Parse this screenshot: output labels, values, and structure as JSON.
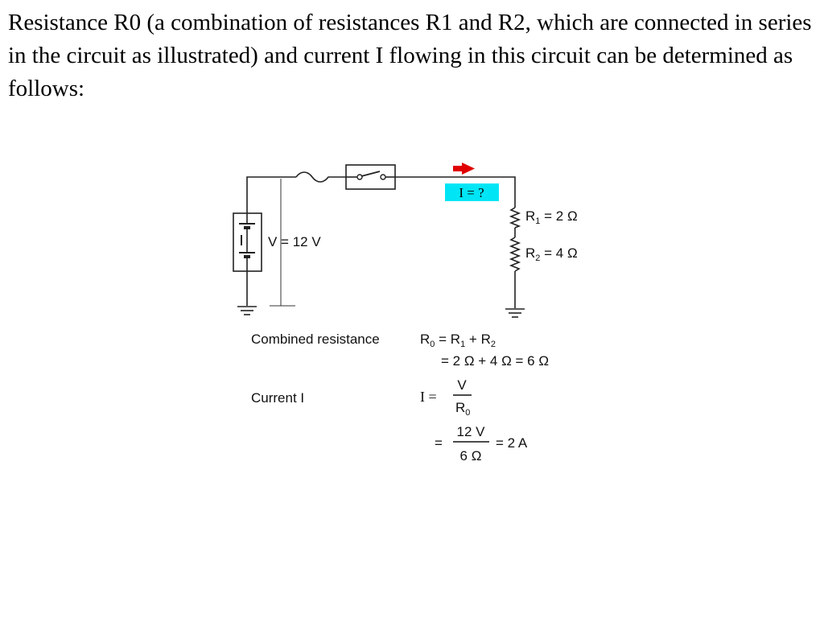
{
  "intro_text": "Resistance R0 (a combination of resistances R1 and R2, which are connected in series in the circuit as illustrated) and current I flowing in this circuit can be determined as follows:",
  "circuit": {
    "current_tag": "I = ?",
    "current_arrow_color": "#e00000",
    "current_tag_bg": "#00e5f5",
    "voltage_label": "V = 12 V",
    "r1_label": {
      "main": "R",
      "sub": "1",
      "rest": " = 2 Ω"
    },
    "r2_label": {
      "main": "R",
      "sub": "2",
      "rest": " = 4 Ω"
    }
  },
  "combined": {
    "label": "Combined resistance",
    "lhs": {
      "main": "R",
      "sub": "0"
    },
    "eq1": " = ",
    "r1": {
      "main": "R",
      "sub": "1"
    },
    "plus": " + ",
    "r2": {
      "main": "R",
      "sub": "2"
    },
    "line2": "= 2 Ω + 4 Ω = 6 Ω"
  },
  "current": {
    "label": "Current I",
    "lhs": "I =",
    "frac1_num": "V",
    "frac1_den": {
      "main": "R",
      "sub": "0"
    },
    "eq2": "=",
    "frac2_num": "12 V",
    "frac2_den": "6 Ω",
    "result": "= 2 A"
  }
}
